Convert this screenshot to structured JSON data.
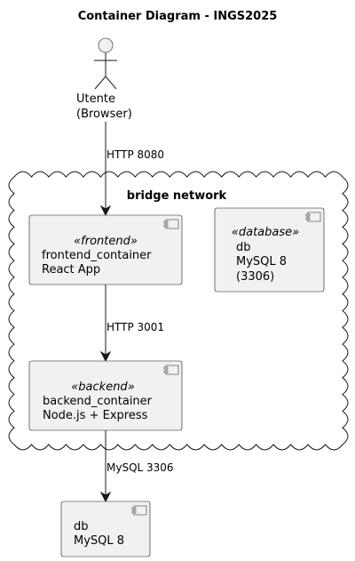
{
  "title": "Container Diagram - INGS2025",
  "actor": {
    "line1": "Utente",
    "line2": "(Browser)"
  },
  "network": {
    "title": "bridge network"
  },
  "frontend": {
    "stereotype": "«frontend»",
    "line1": "frontend_container",
    "line2": "React App"
  },
  "database": {
    "stereotype": "«database»",
    "line1": "db",
    "line2": "MySQL 8",
    "line3": "(3306)"
  },
  "backend": {
    "stereotype": "«backend»",
    "line1": "backend_container",
    "line2": "Node.js + Express"
  },
  "external_db": {
    "line1": "db",
    "line2": "MySQL 8"
  },
  "edges": {
    "actor_to_frontend": "HTTP 8080",
    "frontend_to_backend": "HTTP 3001",
    "backend_to_db": "MySQL 3306"
  }
}
